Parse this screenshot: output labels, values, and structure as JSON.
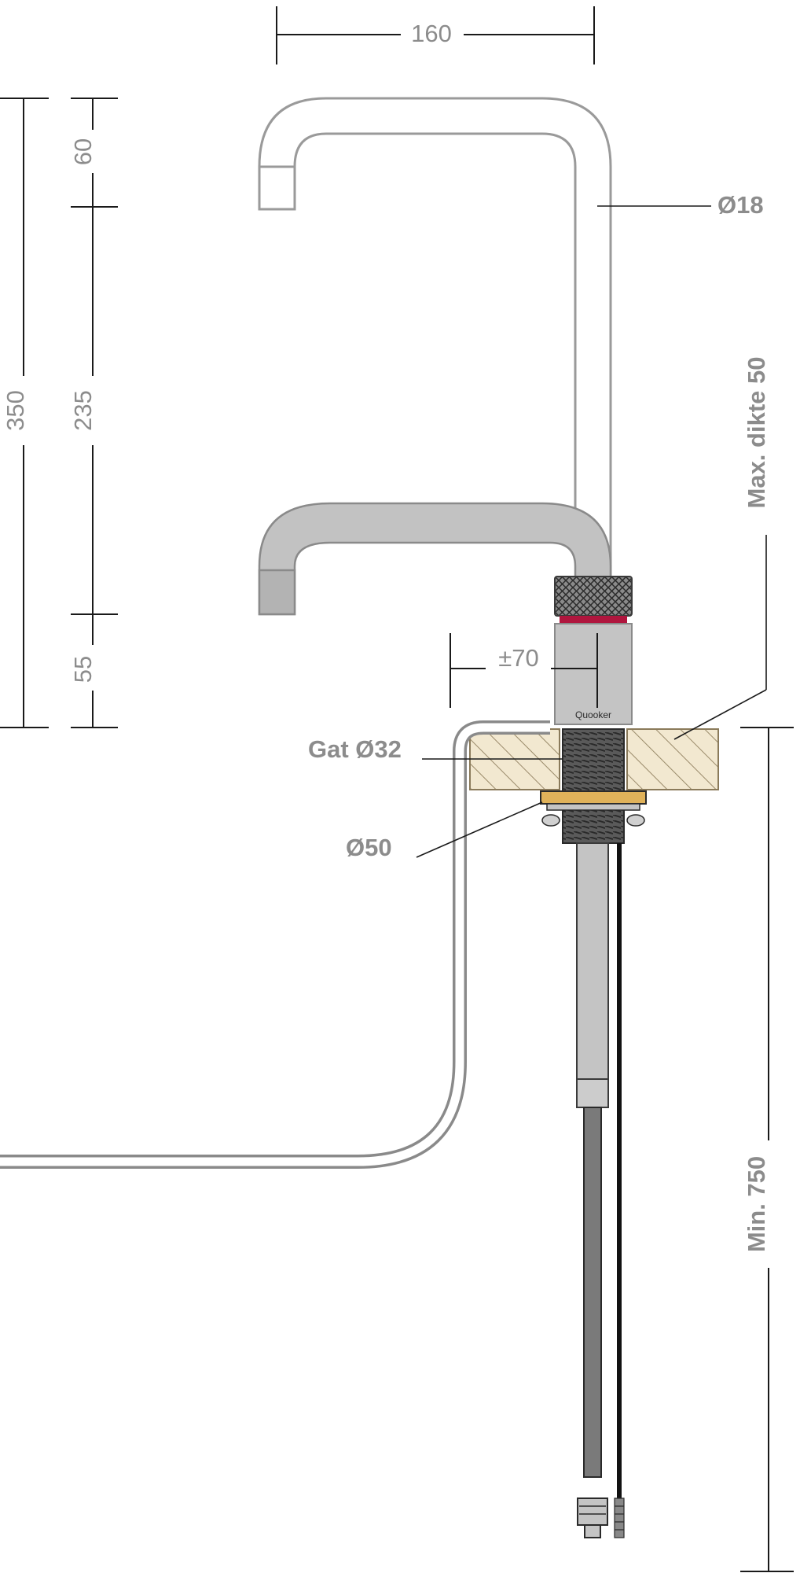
{
  "dimensions": {
    "spout_width": "160",
    "tube_diameter": "Ø18",
    "total_height": "350",
    "spout_top": "60",
    "spout_middle": "235",
    "spout_bottom": "55",
    "max_thickness": "Max. dikte 50",
    "reach": "±70",
    "hole_diameter": "Gat Ø32",
    "base_diameter": "Ø50",
    "min_height": "Min. 750"
  },
  "brand": {
    "logo_text": "Quooker"
  },
  "colors": {
    "dimension_text": "#8c8c8c",
    "dimension_line": "#1a1a1a",
    "tube_outline": "#8a8a8a",
    "tube_fill": "#bdbdbd",
    "body_fill": "#c4c4c4",
    "red_ring": "#b0163e",
    "worktop_fill": "#f2e8d0",
    "worktop_hatch": "#9a8a6a",
    "washer_fill": "#e0b25a",
    "thread_fill": "#4a4a4a",
    "cable": "#111111"
  }
}
